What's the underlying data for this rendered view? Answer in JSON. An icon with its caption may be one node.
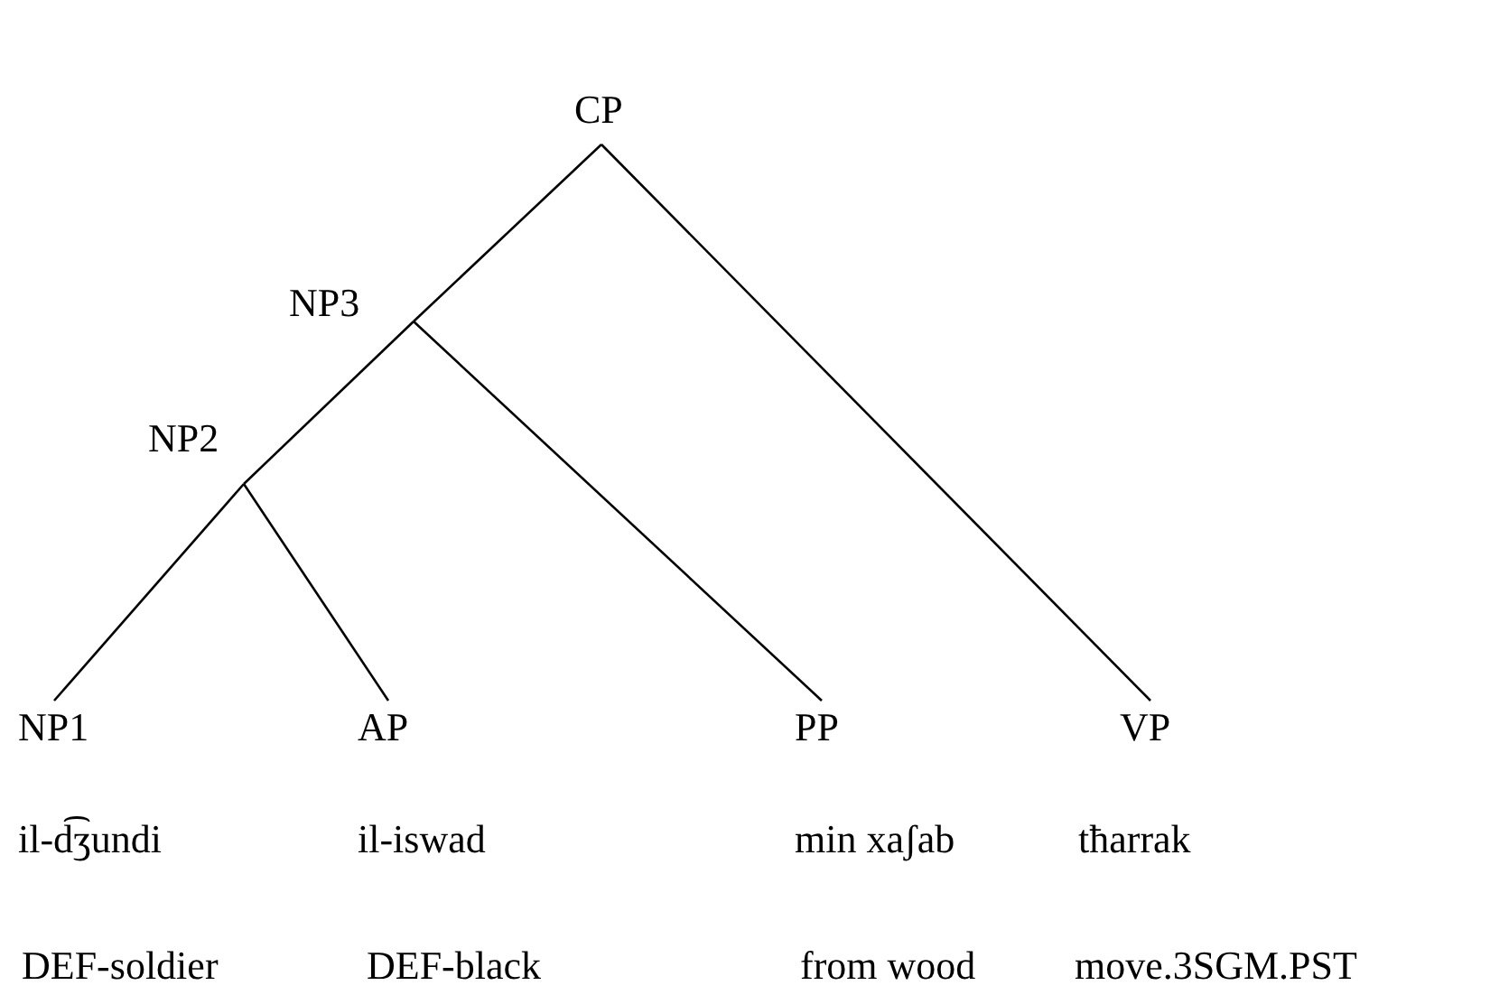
{
  "diagram": {
    "nodes": [
      {
        "text": [
          "CP"
        ]
      },
      {
        "text": [
          "NP3"
        ]
      },
      {
        "text": [
          "NP2"
        ]
      },
      {
        "text": [
          "NP1"
        ],
        "beside": [
          "il-d͡ʒundi",
          "DEF-soldier"
        ]
      },
      {
        "text": [
          "AP"
        ],
        "beside": [
          "il-iswad",
          "DEF-black"
        ]
      },
      {
        "text": [
          "PP"
        ],
        "beside": [
          "min xaʃab",
          "from wood"
        ]
      },
      {
        "text": [
          "VP"
        ],
        "beside": [
          "tħarrak",
          "move.3SGM.PST"
        ]
      }
    ],
    "edges": [
      {
        "from": 0,
        "to": 1,
        "arrow": "none"
      },
      {
        "from": 0,
        "to": 6,
        "arrow": "none"
      },
      {
        "from": 1,
        "to": 2,
        "arrow": "none"
      },
      {
        "from": 1,
        "to": 5,
        "arrow": "none"
      },
      {
        "from": 2,
        "to": 3,
        "arrow": "none"
      },
      {
        "from": 2,
        "to": 4,
        "arrow": "none"
      }
    ]
  }
}
